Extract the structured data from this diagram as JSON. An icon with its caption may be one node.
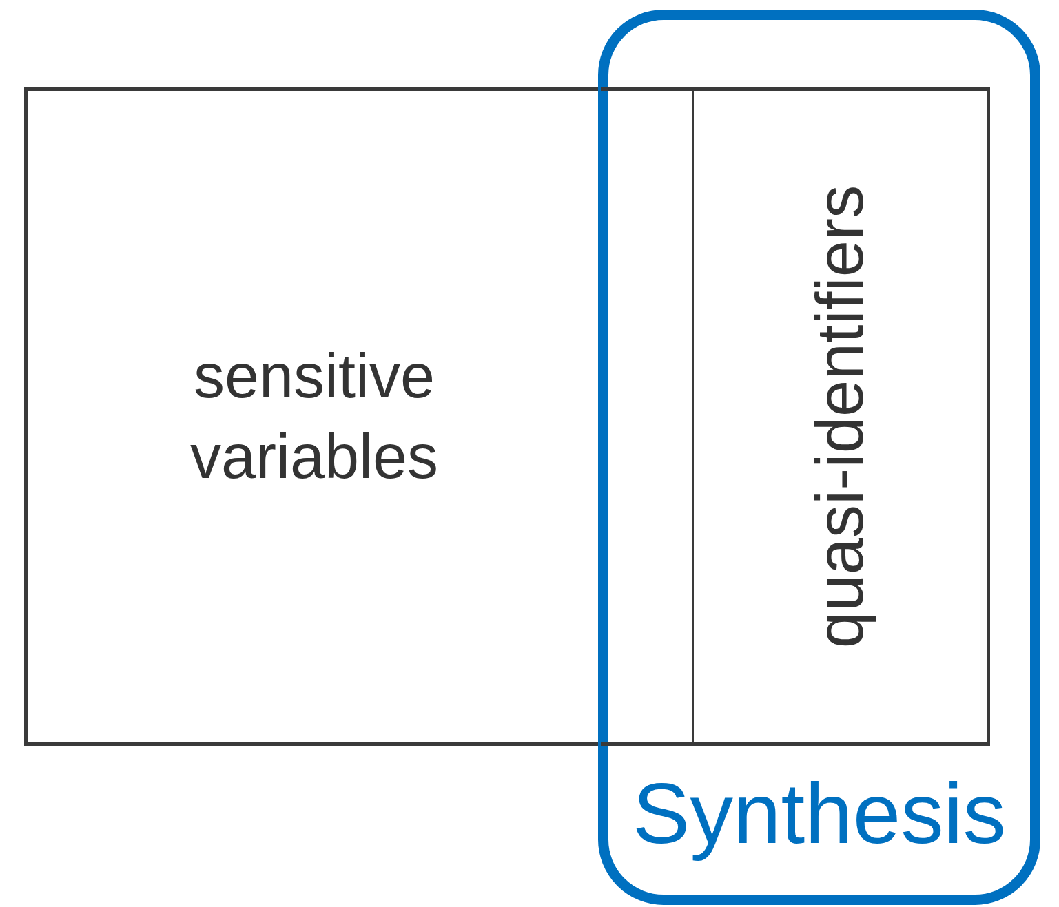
{
  "diagram": {
    "nodes": [
      {
        "text": [
          "sensitive variables"
        ]
      },
      {
        "text": [
          "Synthesis"
        ]
      },
      {
        "text": [],
        "shape": "box",
        "in": 1
      },
      {
        "text": [
          "quasi-identifiers"
        ],
        "in": 1
      }
    ]
  }
}
